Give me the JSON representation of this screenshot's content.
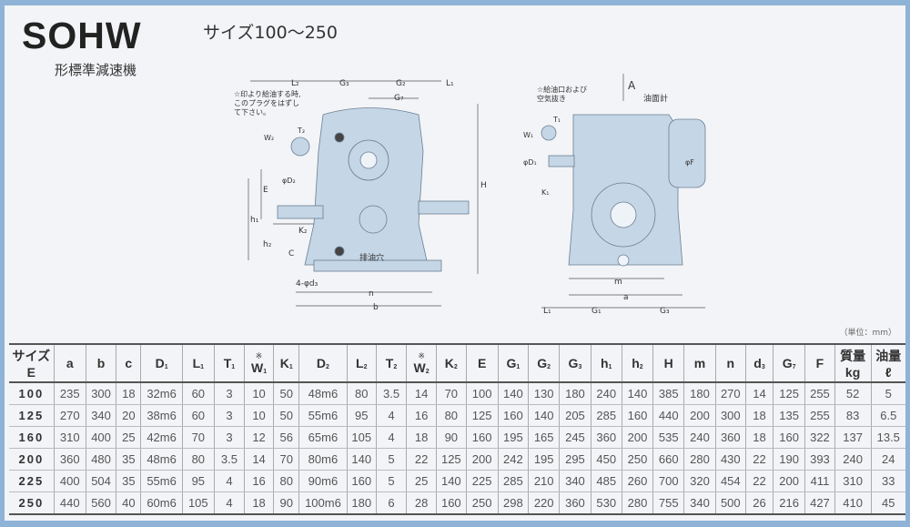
{
  "header": {
    "model": "SOHW",
    "size_range": "サイズ100～250",
    "subtitle": "形標準減速機"
  },
  "unit_note": "（単位：mm）",
  "drawing_left": {
    "labels": {
      "L2": "L₂",
      "G3": "G₃",
      "G2": "G₂",
      "G7": "G₇",
      "L1": "L₁",
      "H": "H",
      "E": "E",
      "h1": "h₁",
      "h2": "h₂",
      "c": "C",
      "K2": "K₂",
      "D2": "φD₂",
      "W2": "W₂",
      "T2": "T₂",
      "n": "n",
      "b": "b",
      "d3": "4-φd₃",
      "drain": "排油穴"
    },
    "note": [
      "☆印より給油する時,",
      "このプラグをはずし",
      "て下さい。"
    ]
  },
  "drawing_right": {
    "labels": {
      "A": "A",
      "gauge": "油面計",
      "T1": "T₁",
      "W1": "W₁",
      "D1": "φD₁",
      "K1": "K₁",
      "F": "φF",
      "m": "m",
      "a": "a",
      "L1": "L₁",
      "G1": "G₁",
      "G3": "G₃"
    },
    "note": [
      "☆給油口および",
      "空気抜き"
    ]
  },
  "table": {
    "headers": [
      {
        "main": "サイズ",
        "sub2": "E"
      },
      {
        "main": "a"
      },
      {
        "main": "b"
      },
      {
        "main": "c"
      },
      {
        "main": "D",
        "sub": "1"
      },
      {
        "main": "L",
        "sub": "1"
      },
      {
        "main": "T",
        "sub": "1"
      },
      {
        "main": "W",
        "sub": "1",
        "mark": "※"
      },
      {
        "main": "K",
        "sub": "1"
      },
      {
        "main": "D",
        "sub": "2"
      },
      {
        "main": "L",
        "sub": "2"
      },
      {
        "main": "T",
        "sub": "2"
      },
      {
        "main": "W",
        "sub": "2",
        "mark": "※"
      },
      {
        "main": "K",
        "sub": "2"
      },
      {
        "main": "E"
      },
      {
        "main": "G",
        "sub": "1"
      },
      {
        "main": "G",
        "sub": "2"
      },
      {
        "main": "G",
        "sub": "3"
      },
      {
        "main": "h",
        "sub": "1"
      },
      {
        "main": "h",
        "sub": "2"
      },
      {
        "main": "H"
      },
      {
        "main": "m"
      },
      {
        "main": "n"
      },
      {
        "main": "d",
        "sub": "3"
      },
      {
        "main": "G",
        "sub": "7"
      },
      {
        "main": "F"
      },
      {
        "main": "質量",
        "sub2": "kg"
      },
      {
        "main": "油量",
        "sub2": "ℓ"
      }
    ],
    "rows": [
      [
        "100",
        "235",
        "300",
        "18",
        "32m6",
        "60",
        "3",
        "10",
        "50",
        "48m6",
        "80",
        "3.5",
        "14",
        "70",
        "100",
        "140",
        "130",
        "180",
        "240",
        "140",
        "385",
        "180",
        "270",
        "14",
        "125",
        "255",
        "52",
        "5"
      ],
      [
        "125",
        "270",
        "340",
        "20",
        "38m6",
        "60",
        "3",
        "10",
        "50",
        "55m6",
        "95",
        "4",
        "16",
        "80",
        "125",
        "160",
        "140",
        "205",
        "285",
        "160",
        "440",
        "200",
        "300",
        "18",
        "135",
        "255",
        "83",
        "6.5"
      ],
      [
        "160",
        "310",
        "400",
        "25",
        "42m6",
        "70",
        "3",
        "12",
        "56",
        "65m6",
        "105",
        "4",
        "18",
        "90",
        "160",
        "195",
        "165",
        "245",
        "360",
        "200",
        "535",
        "240",
        "360",
        "18",
        "160",
        "322",
        "137",
        "13.5"
      ],
      [
        "200",
        "360",
        "480",
        "35",
        "48m6",
        "80",
        "3.5",
        "14",
        "70",
        "80m6",
        "140",
        "5",
        "22",
        "125",
        "200",
        "242",
        "195",
        "295",
        "450",
        "250",
        "660",
        "280",
        "430",
        "22",
        "190",
        "393",
        "240",
        "24"
      ],
      [
        "225",
        "400",
        "504",
        "35",
        "55m6",
        "95",
        "4",
        "16",
        "80",
        "90m6",
        "160",
        "5",
        "25",
        "140",
        "225",
        "285",
        "210",
        "340",
        "485",
        "260",
        "700",
        "320",
        "454",
        "22",
        "200",
        "411",
        "310",
        "33"
      ],
      [
        "250",
        "440",
        "560",
        "40",
        "60m6",
        "105",
        "4",
        "18",
        "90",
        "100m6",
        "180",
        "6",
        "28",
        "160",
        "250",
        "298",
        "220",
        "360",
        "530",
        "280",
        "755",
        "340",
        "500",
        "26",
        "216",
        "427",
        "410",
        "45"
      ]
    ]
  }
}
